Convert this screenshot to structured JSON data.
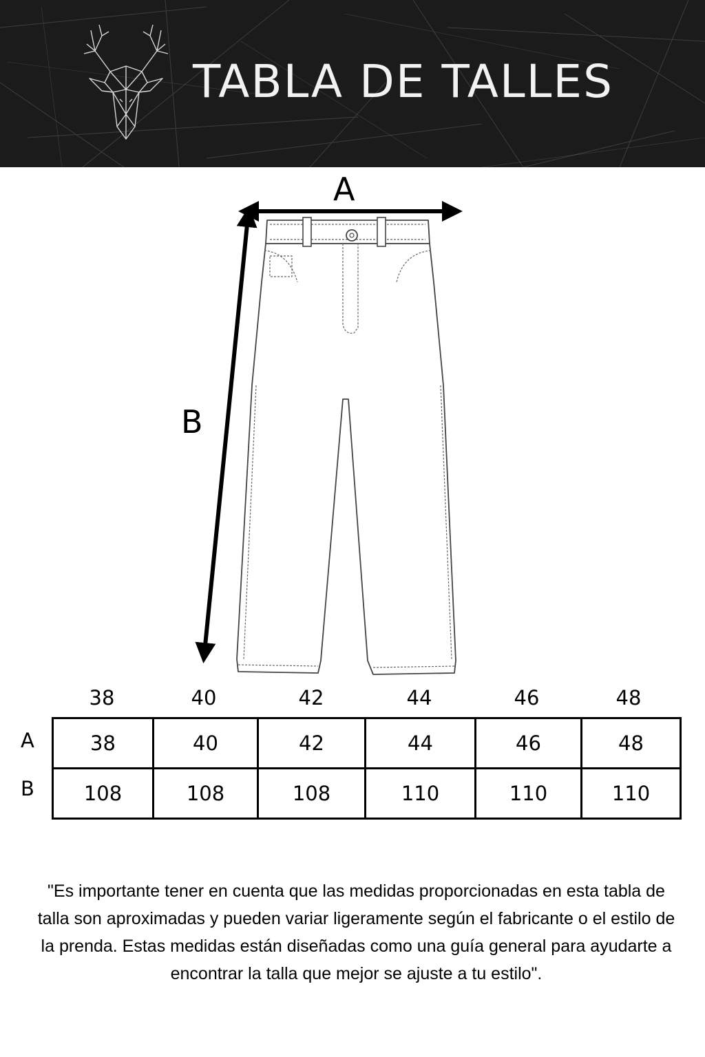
{
  "header": {
    "title": "TABLA DE TALLES",
    "background_color": "#1b1b1b",
    "title_color": "#f2f2f2",
    "logo_icon": "geometric-deer-head-icon"
  },
  "diagram": {
    "garment_icon": "jeans-outline-icon",
    "measure_a_label": "A",
    "measure_b_label": "B"
  },
  "size_table": {
    "sizes": [
      "38",
      "40",
      "42",
      "44",
      "46",
      "48"
    ],
    "rows": [
      {
        "label": "A",
        "values": [
          "38",
          "40",
          "42",
          "44",
          "46",
          "48"
        ]
      },
      {
        "label": "B",
        "values": [
          "108",
          "108",
          "108",
          "110",
          "110",
          "110"
        ]
      }
    ]
  },
  "note": "\"Es importante tener en cuenta que las medidas proporcionadas en esta tabla de talla son aproximadas y pueden variar ligeramente según el fabricante o el estilo de la prenda. Estas medidas están diseñadas como una guía general para ayudarte a encontrar la talla que mejor se ajuste a tu estilo\"."
}
